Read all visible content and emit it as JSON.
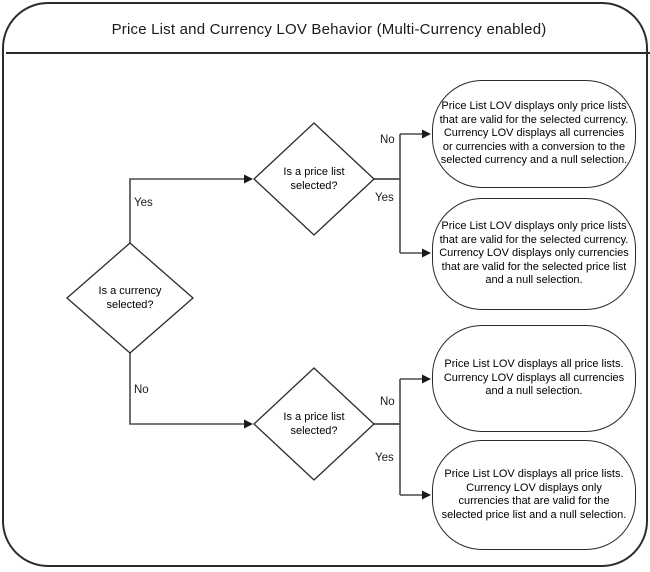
{
  "title": "Price List and Currency LOV Behavior (Multi-Currency enabled)",
  "decisions": {
    "currency": {
      "label": "Is a currency\nselected?",
      "yes_label": "Yes",
      "no_label": "No"
    },
    "price_list_top": {
      "label": "Is a price list\nselected?",
      "yes_label": "Yes",
      "no_label": "No"
    },
    "price_list_bottom": {
      "label": "Is a price list\nselected?",
      "yes_label": "Yes",
      "no_label": "No"
    }
  },
  "outcomes": [
    {
      "text": "Price List LOV displays only price lists\nthat are valid for the selected currency.\nCurrency LOV displays all currencies\nor currencies with a conversion to the\nselected currency and a null selection."
    },
    {
      "text": "Price List LOV displays only price lists\nthat are valid for the selected currency.\nCurrency LOV displays only currencies\nthat are valid for the selected price list\nand a null selection."
    },
    {
      "text": "Price List LOV displays all price lists.\nCurrency LOV displays all currencies\nand a null selection."
    },
    {
      "text": "Price List LOV displays all price lists.\nCurrency LOV displays  only\ncurrencies that are valid for the\nselected price list and a null selection."
    }
  ],
  "colors": {
    "frame_border": "#2b2b2b",
    "shape_border": "#2b2b2b",
    "connector": "#4a4a4a",
    "arrowhead": "#1a1a1a",
    "background": "#ffffff",
    "text": "#000000"
  }
}
